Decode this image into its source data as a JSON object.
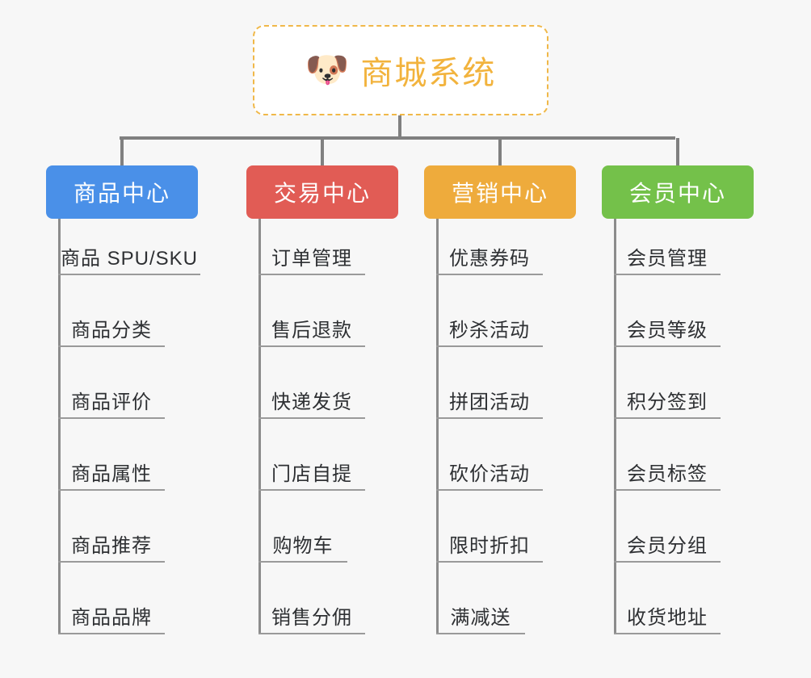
{
  "background_color": "#f7f7f7",
  "root": {
    "icon": "dog-face-emoji",
    "emoji": "🐶",
    "title": "商城系统",
    "title_color": "#f2b33d",
    "border_color": "#f0b849",
    "background": "#ffffff"
  },
  "connector_color": "#808080",
  "columns": [
    {
      "id": "product-center",
      "title": "商品中心",
      "color": "#4a90e8",
      "items": [
        "商品 SPU/SKU",
        "商品分类",
        "商品评价",
        "商品属性",
        "商品推荐",
        "商品品牌"
      ]
    },
    {
      "id": "trade-center",
      "title": "交易中心",
      "color": "#e15c55",
      "items": [
        "订单管理",
        "售后退款",
        "快递发货",
        "门店自提",
        "购物车",
        "销售分佣"
      ]
    },
    {
      "id": "marketing-center",
      "title": "营销中心",
      "color": "#eeab3c",
      "items": [
        "优惠券码",
        "秒杀活动",
        "拼团活动",
        "砍价活动",
        "限时折扣",
        "满减送"
      ]
    },
    {
      "id": "member-center",
      "title": "会员中心",
      "color": "#74c14a",
      "items": [
        "会员管理",
        "会员等级",
        "积分签到",
        "会员标签",
        "会员分组",
        "收货地址"
      ]
    }
  ]
}
